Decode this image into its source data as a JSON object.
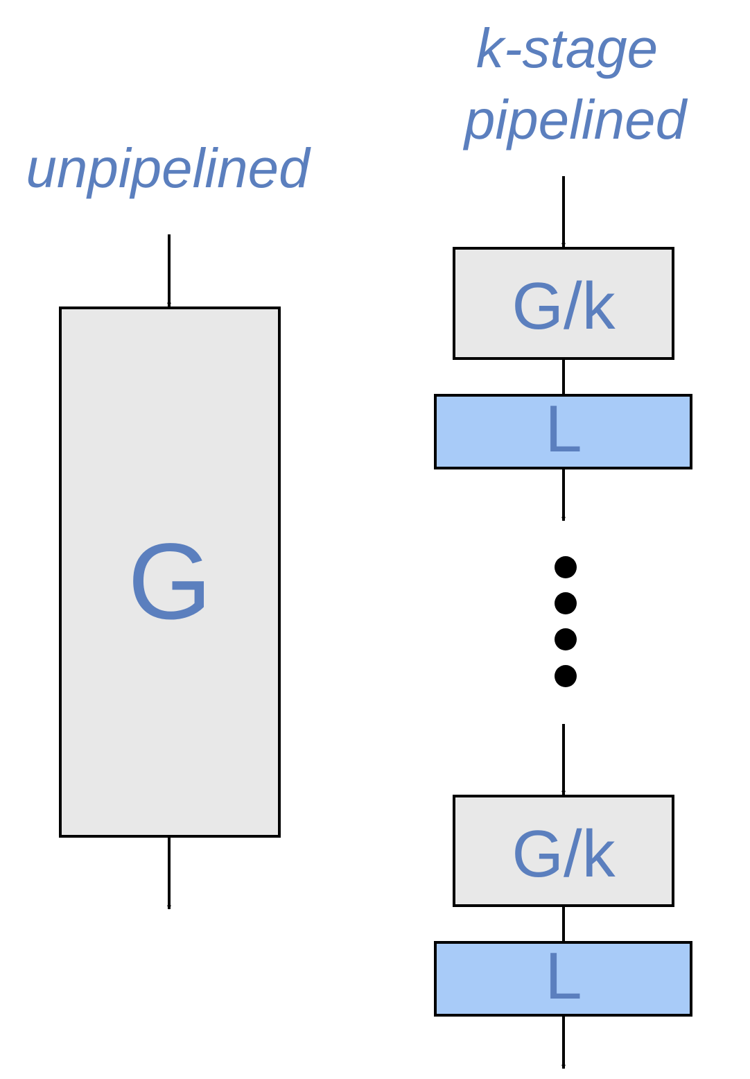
{
  "titles": {
    "unpipelined": "unpipelined",
    "pipelined_line1": "k-stage",
    "pipelined_line2": "pipelined"
  },
  "unpipelined": {
    "block_label": "G"
  },
  "pipelined": {
    "stages": [
      {
        "logic_label": "G/k",
        "latch_label": "L"
      },
      {
        "logic_label": "G/k",
        "latch_label": "L"
      }
    ],
    "ellipsis_dots": 4
  },
  "colors": {
    "text_blue": "#5b7fbe",
    "logic_fill": "#e8e8e8",
    "latch_fill": "#a8cbf8",
    "stroke": "#000000"
  }
}
